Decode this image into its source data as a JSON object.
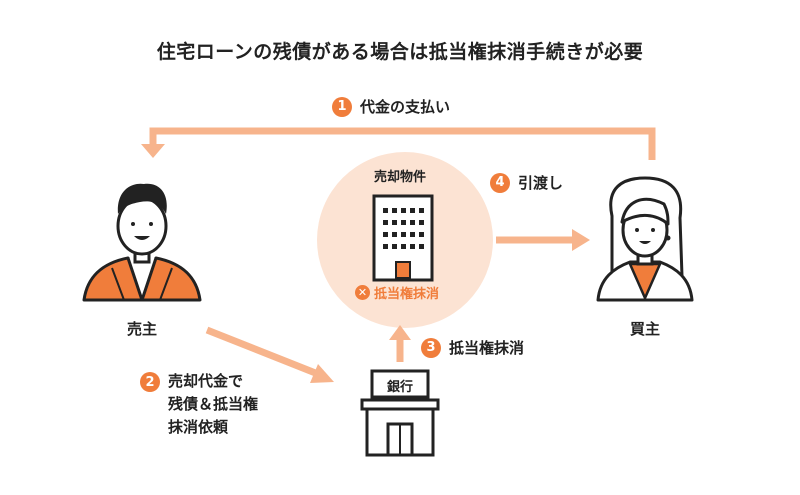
{
  "title": "住宅ローンの残債がある場合は抵当権抹消手続きが必要",
  "steps": {
    "step1": {
      "num": "1",
      "label": "代金の支払い"
    },
    "step2": {
      "num": "2",
      "line1": "売却代金で",
      "line2": "残債＆抵当権",
      "line3": "抹消依頼"
    },
    "step3": {
      "num": "3",
      "label": "抵当権抹消"
    },
    "step4": {
      "num": "4",
      "label": "引渡し"
    }
  },
  "seller": {
    "label": "売主"
  },
  "buyer": {
    "label": "買主"
  },
  "property": {
    "label": "売却物件",
    "status": "抵当権抹消",
    "status_icon": "x-circle-icon"
  },
  "bank": {
    "label": "銀行"
  },
  "colors": {
    "accent": "#f07d3b",
    "arrow": "#f7b48c",
    "circle": "#fce3d3"
  }
}
